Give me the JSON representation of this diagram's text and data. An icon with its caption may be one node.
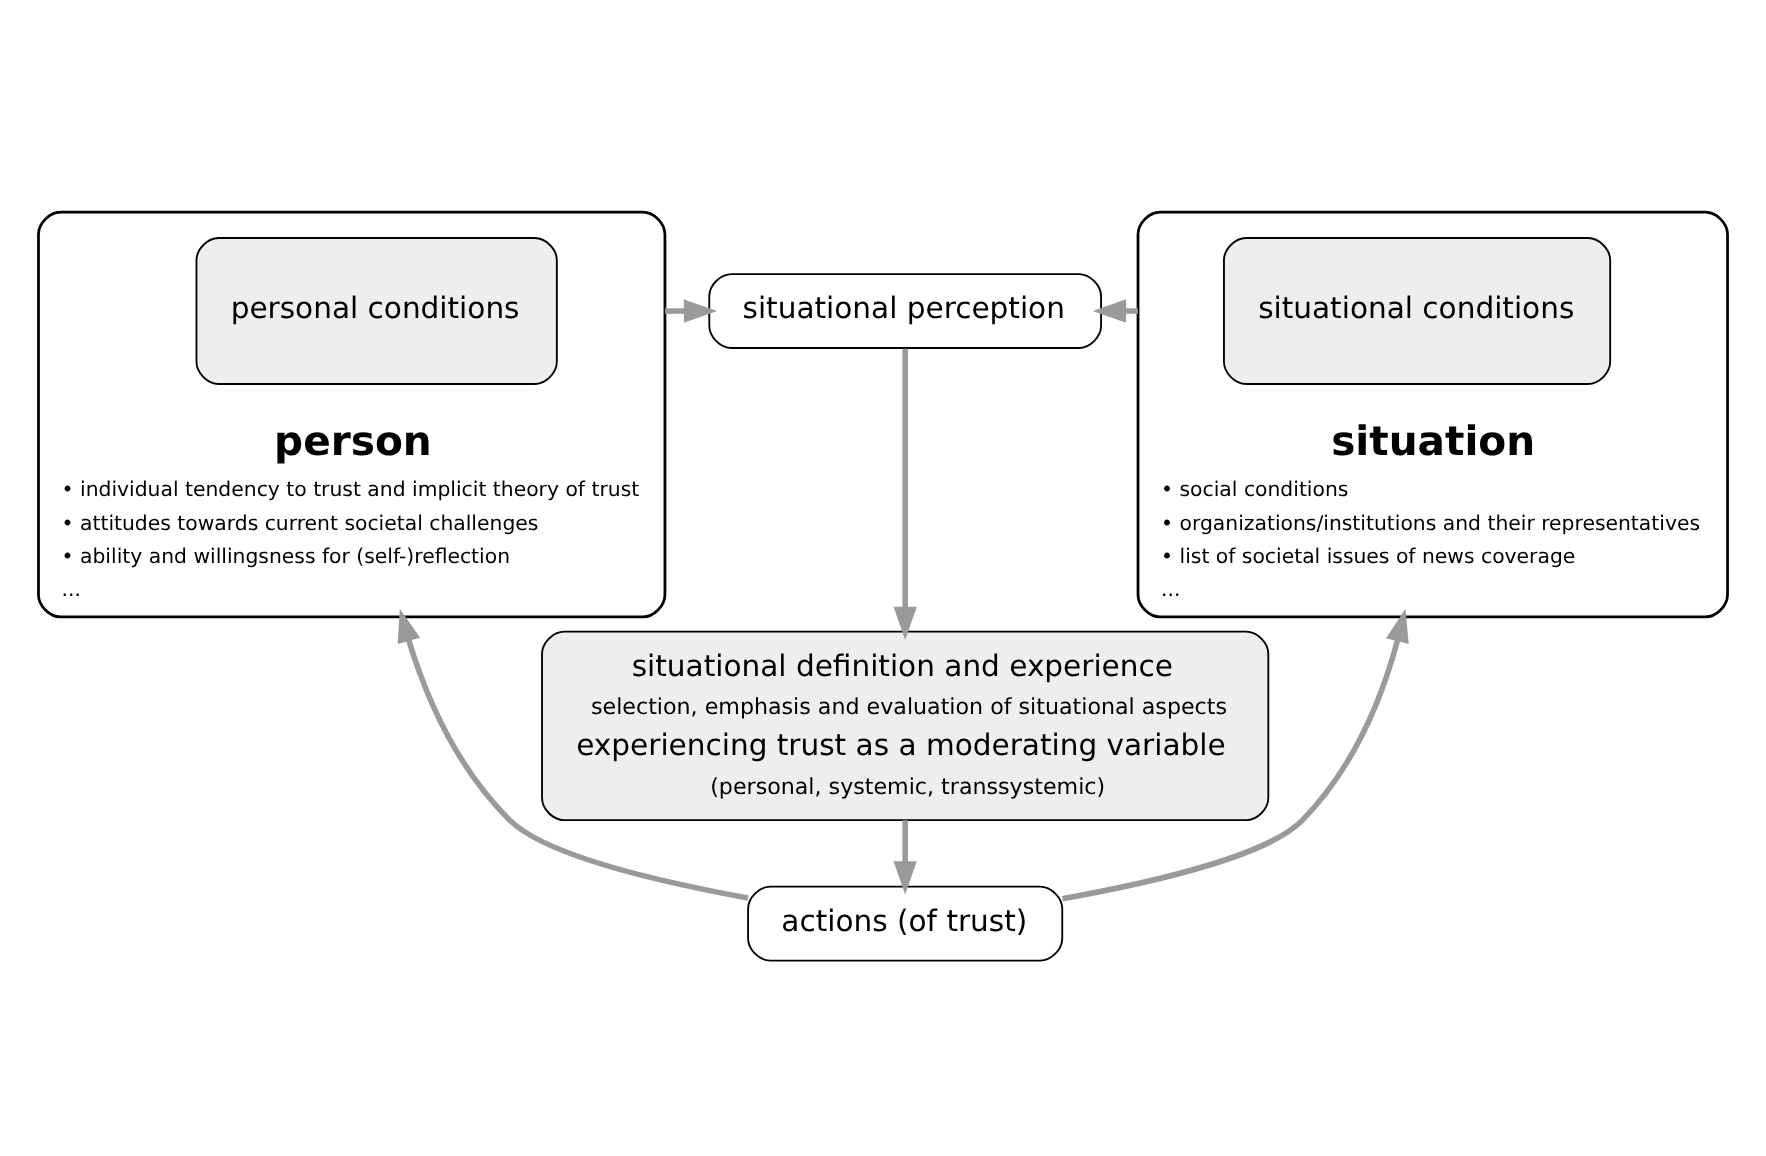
{
  "diagram": {
    "nodes": [
      {
        "text": [
          "person",
          "• individual tendency to trust and implicit theory of trust",
          "• attitudes towards current societal challenges",
          "• ability and willingsness for (self-)reflection",
          "..."
        ]
      },
      {
        "text": [
          "personal conditions"
        ],
        "in": 0
      },
      {
        "text": [
          "situational perception"
        ]
      },
      {
        "text": [
          "situational definition and experience",
          "selection, emphasis and evaluation of situational aspects",
          "experiencing trust as a moderating variable",
          "(personal, systemic, transsystemic)"
        ]
      },
      {
        "text": [
          "situation",
          "• social conditions",
          "• organizations/institutions and their representatives",
          "• list of societal issues of news coverage",
          "..."
        ]
      },
      {
        "text": [
          "situational conditions"
        ],
        "in": 4
      },
      {
        "text": [
          "actions (of trust)"
        ]
      }
    ],
    "edges": [
      {
        "from": 0,
        "to": 2,
        "arrow": "to"
      },
      {
        "from": 4,
        "to": 2,
        "arrow": "to"
      },
      {
        "from": 2,
        "to": 3,
        "arrow": "to"
      },
      {
        "from": 3,
        "to": 6,
        "arrow": "to"
      },
      {
        "from": 6,
        "to": 0,
        "arrow": "to"
      },
      {
        "from": 6,
        "to": 4,
        "arrow": "to"
      }
    ]
  }
}
